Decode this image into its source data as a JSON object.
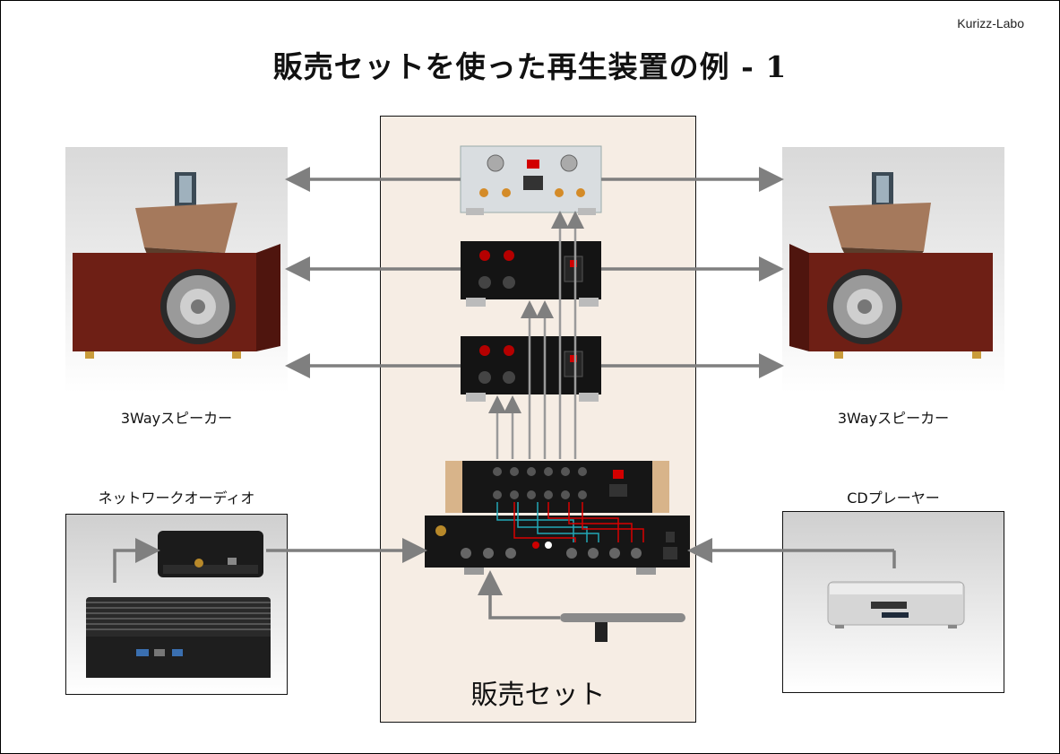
{
  "brand": "Kurizz-Labo",
  "title": "販売セットを使った再生装置の例 - 1",
  "center": {
    "label": "販売セット"
  },
  "speakers": {
    "left_label": "3Wayスピーカー",
    "right_label": "3Wayスピーカー"
  },
  "sources": {
    "network_label": "ネットワークオーディオ",
    "cd_label": "CDプレーヤー"
  },
  "colors": {
    "arrow": "#7f7f7f",
    "wood": "#6e1f15",
    "panel_bg": "#f6ede4",
    "cable_red": "#d80000",
    "cable_cyan": "#22a7b5"
  }
}
